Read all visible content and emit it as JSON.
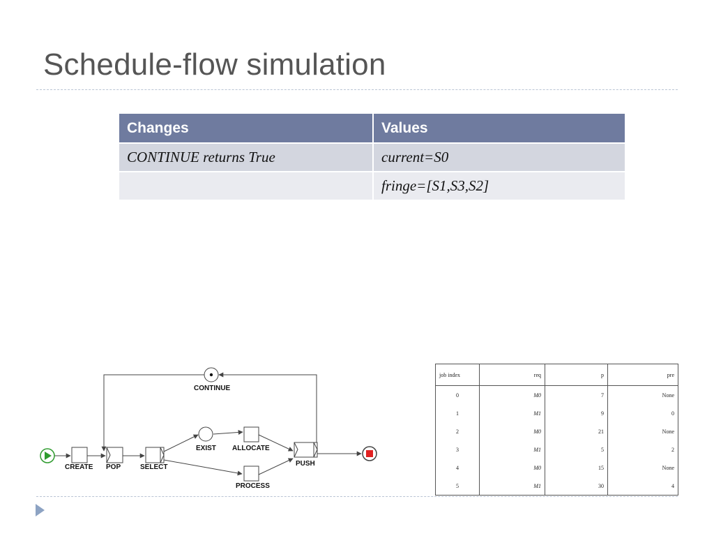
{
  "slide": {
    "title": "Schedule-flow simulation"
  },
  "changes_table": {
    "headers": [
      "Changes",
      "Values"
    ],
    "rows": [
      [
        "CONTINUE returns True",
        "current=S0"
      ],
      [
        "",
        "fringe=[S1,S3,S2]"
      ]
    ]
  },
  "flow_diagram": {
    "labels": {
      "create": "CREATE",
      "pop": "POP",
      "select": "SELECT",
      "exist": "EXIST",
      "allocate": "ALLOCATE",
      "process": "PROCESS",
      "push": "PUSH",
      "continue": "CONTINUE"
    },
    "colors": {
      "start": "#2e9b2e",
      "end": "#e02020",
      "stroke": "#444444"
    }
  },
  "job_table": {
    "headers": [
      "job index",
      "req",
      "p",
      "pre"
    ],
    "rows": [
      [
        "0",
        "M0",
        "7",
        "None"
      ],
      [
        "1",
        "M1",
        "9",
        "0"
      ],
      [
        "2",
        "M0",
        "21",
        "None"
      ],
      [
        "3",
        "M1",
        "5",
        "2"
      ],
      [
        "4",
        "M0",
        "15",
        "None"
      ],
      [
        "5",
        "M1",
        "30",
        "4"
      ]
    ]
  },
  "colors": {
    "table_header_bg": "#6f7b9f",
    "row_odd_bg": "#d3d6df",
    "row_even_bg": "#eaebf0",
    "title_color": "#555555",
    "nav_arrow": "#8da3c3"
  }
}
